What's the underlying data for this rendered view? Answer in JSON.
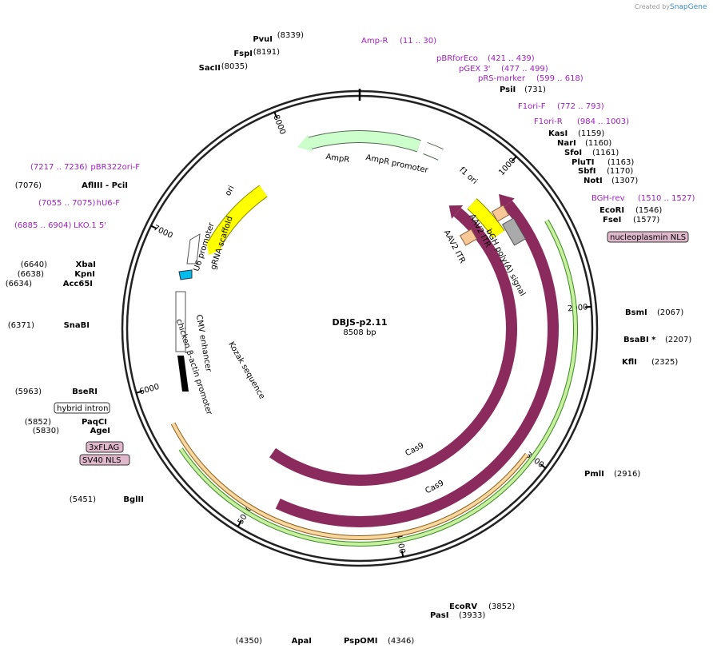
{
  "watermark": {
    "text": "Created by",
    "brand": "SnapGene"
  },
  "plasmid": {
    "name": "DBJS-p2.11",
    "length": "8508 bp"
  },
  "ticks": [
    "1000",
    "2000",
    "3000",
    "4000",
    "5000",
    "6000",
    "7000",
    "8000"
  ],
  "enzymes": [
    {
      "name": "PvuI",
      "pos": "(8339)"
    },
    {
      "name": "FspI",
      "pos": "(8191)"
    },
    {
      "name": "SacII",
      "pos": "(8035)"
    },
    {
      "name": "PsiI",
      "pos": "(731)"
    },
    {
      "name": "KasI",
      "pos": "(1159)"
    },
    {
      "name": "NarI",
      "pos": "(1160)"
    },
    {
      "name": "SfoI",
      "pos": "(1161)"
    },
    {
      "name": "PluTI",
      "pos": "(1163)"
    },
    {
      "name": "SbfI",
      "pos": "(1170)"
    },
    {
      "name": "NotI",
      "pos": "(1307)"
    },
    {
      "name": "EcoRI",
      "pos": "(1546)"
    },
    {
      "name": "FseI",
      "pos": "(1577)"
    },
    {
      "name": "BsmI",
      "pos": "(2067)"
    },
    {
      "name": "BsaBI *",
      "pos": "(2207)"
    },
    {
      "name": "KflI",
      "pos": "(2325)"
    },
    {
      "name": "PmlI",
      "pos": "(2916)"
    },
    {
      "name": "EcoRV",
      "pos": "(3852)"
    },
    {
      "name": "PasI",
      "pos": "(3933)"
    },
    {
      "name": "PspOMI",
      "pos": "(4346)"
    },
    {
      "name": "ApaI",
      "pos": "(4350)"
    },
    {
      "name": "BglII",
      "pos": "(5451)"
    },
    {
      "name": "AgeI",
      "pos": "(5830)"
    },
    {
      "name": "PaqCI",
      "pos": "(5852)"
    },
    {
      "name": "BseRI",
      "pos": "(5963)"
    },
    {
      "name": "SnaBI",
      "pos": "(6371)"
    },
    {
      "name": "Acc65I",
      "pos": "(6634)"
    },
    {
      "name": "KpnI",
      "pos": "(6638)"
    },
    {
      "name": "XbaI",
      "pos": "(6640)"
    },
    {
      "name": "AflIII  - PciI",
      "pos": "(7076)"
    }
  ],
  "primers": [
    {
      "name": "Amp-R",
      "range": "(11 .. 30)"
    },
    {
      "name": "pBRforEco",
      "range": "(421 .. 439)"
    },
    {
      "name": "pGEX 3'",
      "range": "(477 .. 499)"
    },
    {
      "name": "pRS-marker",
      "range": "(599 .. 618)"
    },
    {
      "name": "F1ori-F",
      "range": "(772 .. 793)"
    },
    {
      "name": "F1ori-R",
      "range": "(984 .. 1003)"
    },
    {
      "name": "BGH-rev",
      "range": "(1510 .. 1527)"
    },
    {
      "name": "pBR322ori-F",
      "range": "(7217 .. 7236)"
    },
    {
      "name": "hU6-F",
      "range": "(7055 .. 7075)"
    },
    {
      "name": "LKO.1 5'",
      "range": "(6885 .. 6904)"
    }
  ],
  "boxed_features": [
    "nucleoplasmin NLS",
    "hybrid intron",
    "3xFLAG",
    "SV40 NLS"
  ],
  "features": {
    "ampr": "AmpR",
    "ampr_promoter": "AmpR promoter",
    "f1_ori": "f1 ori",
    "ori": "ori",
    "aav2_itr_1": "AAV2 ITR",
    "aav2_itr_2": "AAV2 ITR",
    "bgh": "bGH poly(A) signal",
    "u6": "U6 promoter",
    "grna": "gRNA scaffold",
    "cmv": "CMV enhancer",
    "cba": "chicken β-actin promoter",
    "kozak": "Kozak sequence",
    "cas9_inner": "Cas9",
    "cas9_outer": "Cas9"
  },
  "colors": {
    "backbone": "#222222",
    "primer": "#a020c0",
    "cas9": "#8b2a5c",
    "green_outline": "#3a8a20",
    "green_glow": "#c8f0a0",
    "orange_outline": "#8a5a10",
    "orange_glow": "#f8d8a0",
    "ampr_fill": "#ccffcc",
    "ori_fill": "#ffff00",
    "itr_fill": "#f8c896",
    "bgh_fill": "#aaaaaa",
    "u6_fill": "#ffffff",
    "grna_fill": "#00bbee",
    "nls_box": "#e0b8cc",
    "snapgene": "#3d8fd6"
  }
}
